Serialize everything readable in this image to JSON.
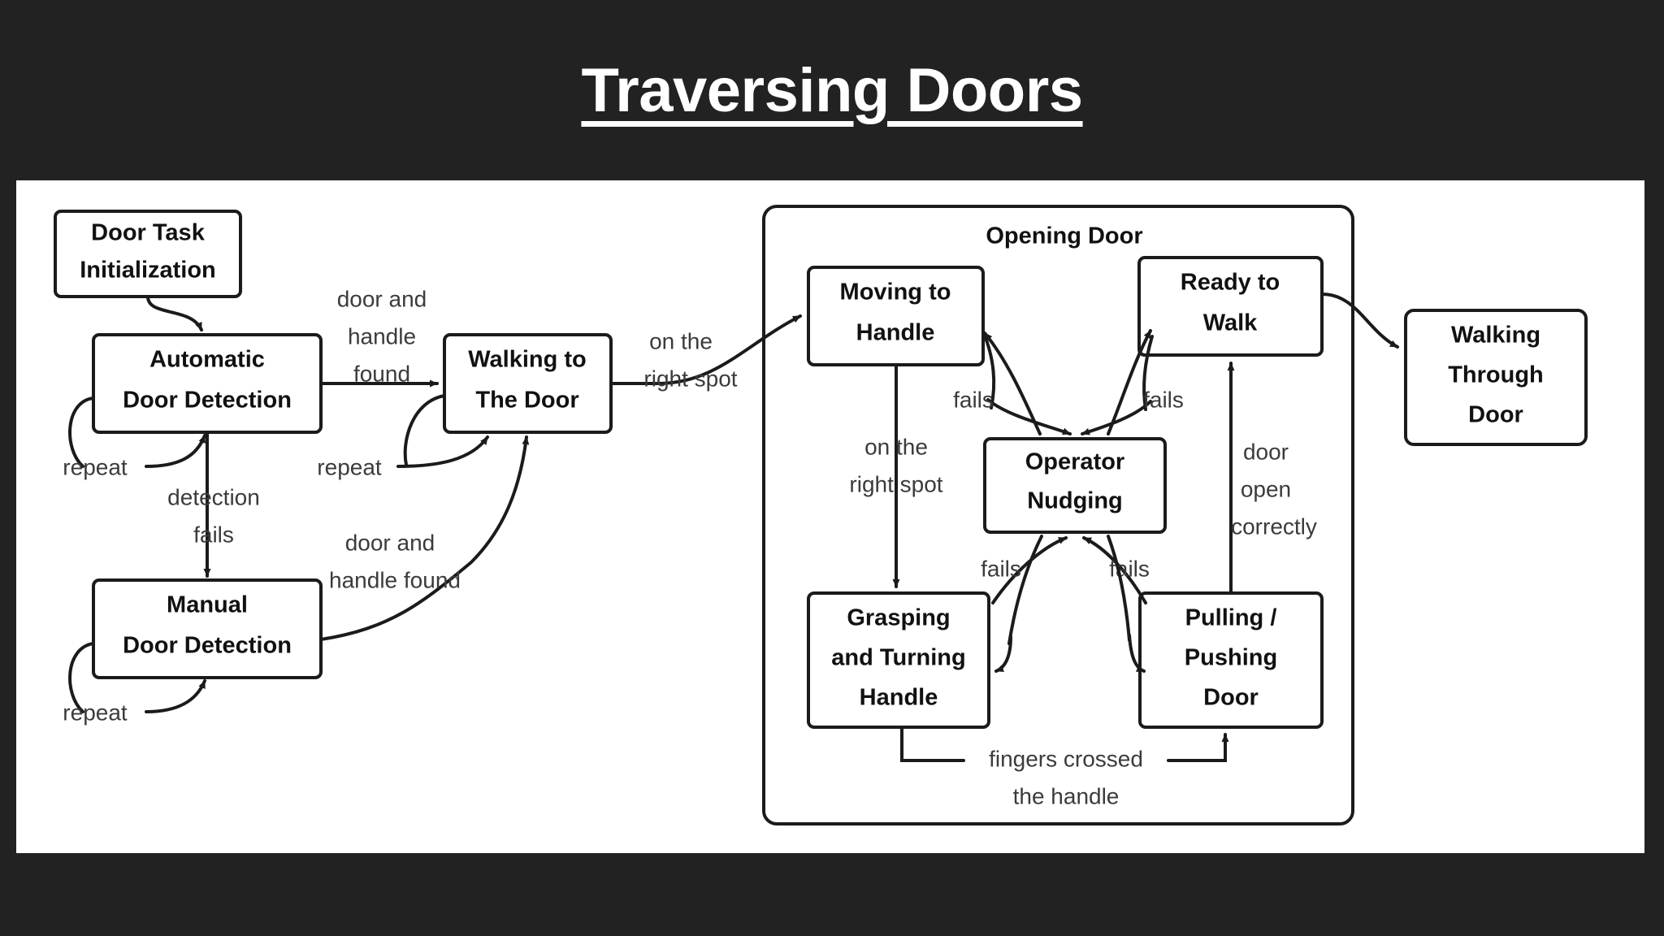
{
  "slide": {
    "title": "Traversing Doors",
    "background_color": "#222222",
    "panel_color": "#ffffff",
    "ink_color": "#1b1b1b"
  },
  "nodes": {
    "door_task_init": {
      "lines": [
        "Door Task",
        "Initialization"
      ]
    },
    "automatic_door_detection": {
      "lines": [
        "Automatic",
        "Door Detection"
      ]
    },
    "manual_door_detection": {
      "lines": [
        "Manual",
        "Door Detection"
      ]
    },
    "walking_to_the_door": {
      "lines": [
        "Walking to",
        "The Door"
      ]
    },
    "moving_to_handle": {
      "lines": [
        "Moving to",
        "Handle"
      ]
    },
    "ready_to_walk": {
      "lines": [
        "Ready to",
        "Walk"
      ]
    },
    "operator_nudging": {
      "lines": [
        "Operator",
        "Nudging"
      ]
    },
    "grasping_and_turning_handle": {
      "lines": [
        "Grasping",
        "and Turning",
        "Handle"
      ]
    },
    "pulling_pushing_door": {
      "lines": [
        "Pulling /",
        "Pushing",
        "Door"
      ]
    },
    "walking_through_door": {
      "lines": [
        "Walking",
        "Through",
        "Door"
      ]
    }
  },
  "groups": {
    "opening_door": {
      "label": "Opening Door"
    }
  },
  "edge_labels": {
    "auto_repeat": {
      "lines": [
        "repeat"
      ]
    },
    "manual_repeat": {
      "lines": [
        "repeat"
      ]
    },
    "walking_repeat": {
      "lines": [
        "repeat"
      ]
    },
    "detection_fails": {
      "lines": [
        "detection",
        "fails"
      ]
    },
    "door_and_handle_found_auto": {
      "lines": [
        "door and",
        "handle",
        "found"
      ]
    },
    "door_and_handle_found_manual": {
      "lines": [
        "door and",
        "handle found"
      ]
    },
    "on_the_right_spot_walk": {
      "lines": [
        "on the",
        "right spot"
      ]
    },
    "on_the_right_spot_handle": {
      "lines": [
        "on the",
        "right spot"
      ]
    },
    "fails_moving_to_handle": {
      "lines": [
        "fails"
      ]
    },
    "fails_ready_to_walk": {
      "lines": [
        "fails"
      ]
    },
    "fails_grasping": {
      "lines": [
        "fails"
      ]
    },
    "fails_pulling": {
      "lines": [
        "fails"
      ]
    },
    "door_open_correctly": {
      "lines": [
        "door",
        "open",
        "correctly"
      ]
    },
    "fingers_crossed_the_handle": {
      "lines": [
        "fingers crossed",
        "the handle"
      ]
    }
  }
}
